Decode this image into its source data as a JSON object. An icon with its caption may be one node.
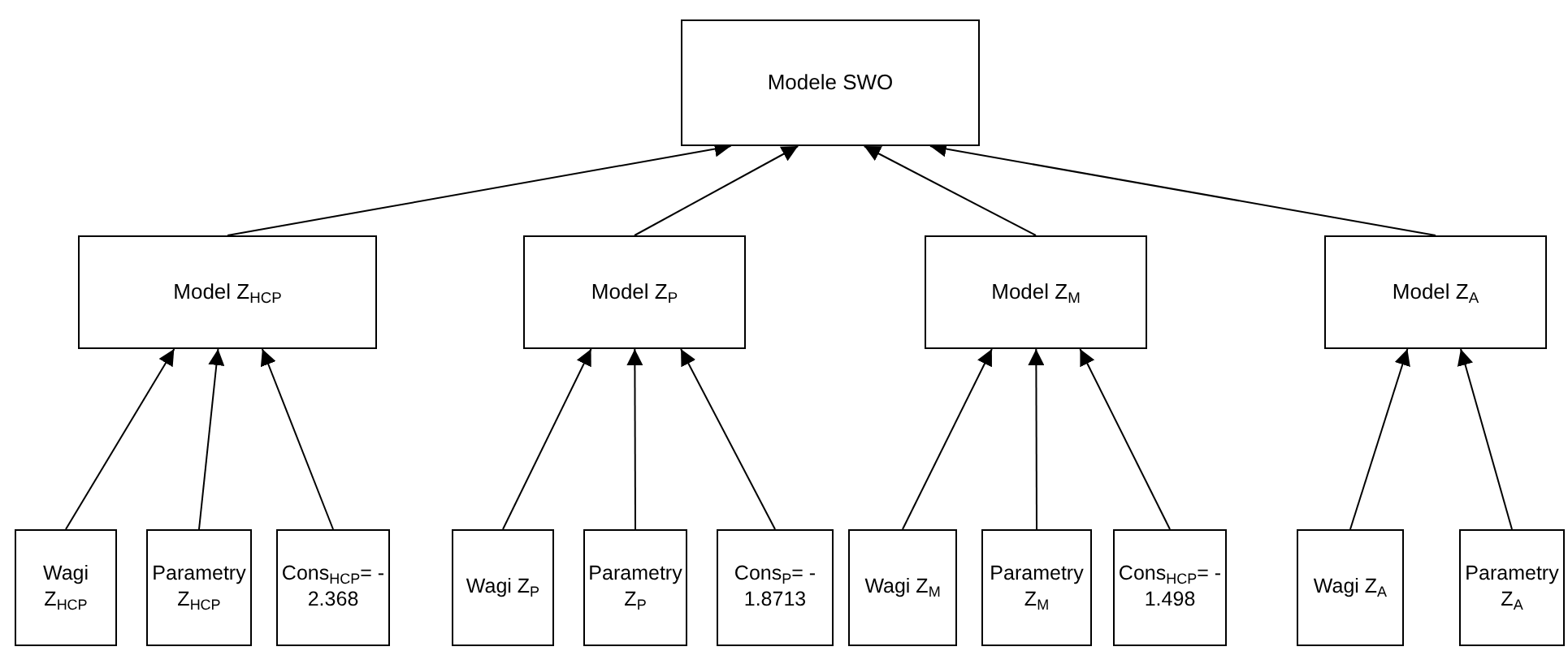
{
  "diagram": {
    "nodes": [
      {
        "text": [
          "Modele SWO"
        ]
      },
      {
        "text": [
          "Model Z$_{HCP}$"
        ]
      },
      {
        "text": [
          "Model Z$_{P}$"
        ]
      },
      {
        "text": [
          "Model Z$_{M}$"
        ]
      },
      {
        "text": [
          "Model Z$_{A}$"
        ]
      },
      {
        "text": [
          "Wagi Z$_{HCP}$"
        ]
      },
      {
        "text": [
          "Parametry Z$_{HCP}$"
        ]
      },
      {
        "text": [
          "Cons$_{HCP}$= - 2.368"
        ]
      },
      {
        "text": [
          "Wagi Z$_{P}$"
        ]
      },
      {
        "text": [
          "Parametry Z$_{P}$"
        ]
      },
      {
        "text": [
          "Cons$_{P}$= - 1.8713"
        ]
      },
      {
        "text": [
          "Wagi Z$_{M}$"
        ]
      },
      {
        "text": [
          "Parametry Z$_{M}$"
        ]
      },
      {
        "text": [
          "Cons$_{HCP}$= - 1.498"
        ]
      },
      {
        "text": [
          "Wagi Z$_{A}$"
        ]
      },
      {
        "text": [
          "Parametry Z$_{A}$"
        ]
      }
    ],
    "edges": [
      {
        "from": 1,
        "to": 0,
        "arrow": "to"
      },
      {
        "from": 2,
        "to": 0,
        "arrow": "to"
      },
      {
        "from": 3,
        "to": 0,
        "arrow": "to"
      },
      {
        "from": 4,
        "to": 0,
        "arrow": "to"
      },
      {
        "from": 5,
        "to": 1,
        "arrow": "to"
      },
      {
        "from": 6,
        "to": 1,
        "arrow": "to"
      },
      {
        "from": 7,
        "to": 1,
        "arrow": "to"
      },
      {
        "from": 8,
        "to": 2,
        "arrow": "to"
      },
      {
        "from": 9,
        "to": 2,
        "arrow": "to"
      },
      {
        "from": 10,
        "to": 2,
        "arrow": "to"
      },
      {
        "from": 11,
        "to": 3,
        "arrow": "to"
      },
      {
        "from": 12,
        "to": 3,
        "arrow": "to"
      },
      {
        "from": 13,
        "to": 3,
        "arrow": "to"
      },
      {
        "from": 14,
        "to": 4,
        "arrow": "to"
      },
      {
        "from": 15,
        "to": 4,
        "arrow": "to"
      }
    ]
  }
}
